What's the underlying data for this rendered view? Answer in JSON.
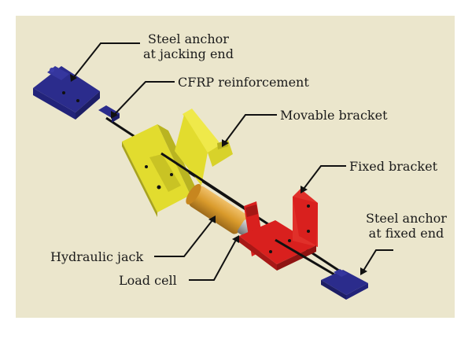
{
  "labels": {
    "steel_anchor_jacking": [
      "Steel anchor",
      "at jacking end"
    ],
    "cfrp_reinforcement": "CFRP reinforcement",
    "movable_bracket": "Movable bracket",
    "fixed_bracket": "Fixed bracket",
    "steel_anchor_fixed": [
      "Steel anchor",
      "at fixed end"
    ],
    "hydraulic_jack": "Hydraulic jack",
    "load_cell": "Load cell"
  },
  "colors": {
    "background": "#ebe6cc",
    "steel_anchor": "#2b2c8c",
    "cfrp": "#111111",
    "movable_bracket": "#e2dc2e",
    "fixed_bracket": "#d9201e",
    "hydraulic_jack": "#d99a2b",
    "load_cell": "#a9a9a9",
    "leader_line": "#111111"
  }
}
